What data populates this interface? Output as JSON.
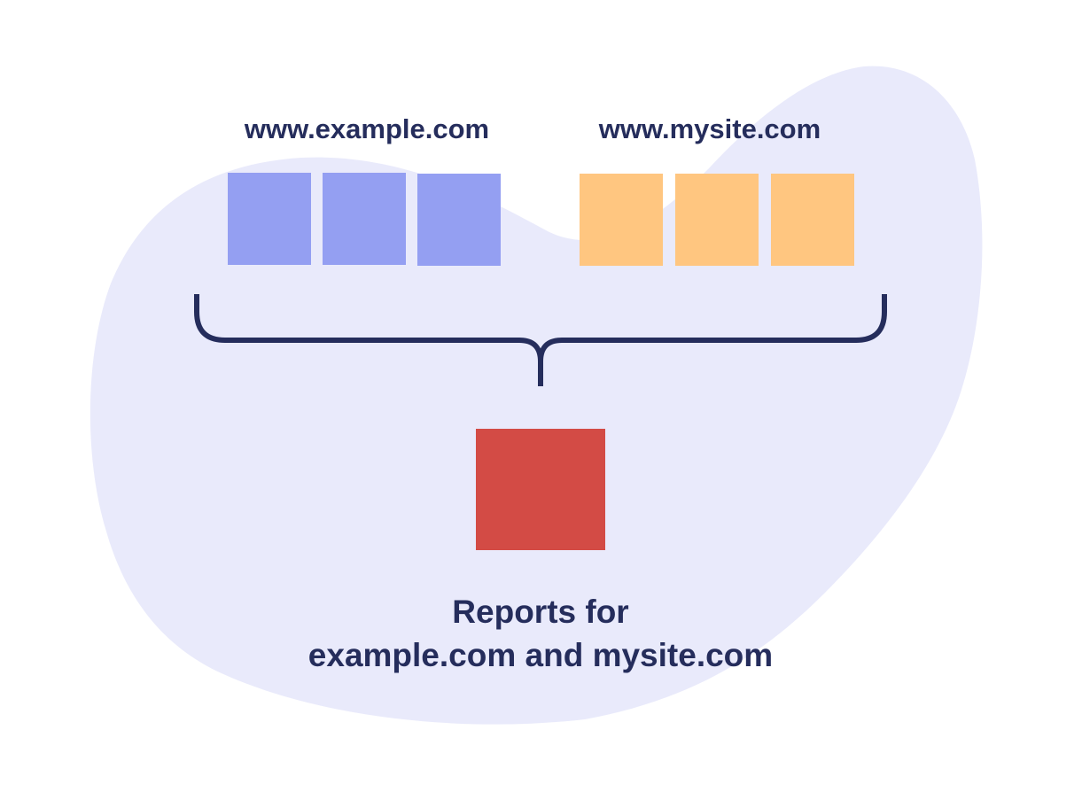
{
  "colors": {
    "background_blob": "#e9eafb",
    "site_a_block": "#949ff2",
    "site_b_block": "#ffc680",
    "result_block": "#d34b45",
    "ink": "#252d5c"
  },
  "site_a": {
    "label": "www.example.com",
    "block_count": 3
  },
  "site_b": {
    "label": "www.mysite.com",
    "block_count": 3
  },
  "caption": {
    "line1": "Reports for",
    "line2": "example.com and mysite.com"
  }
}
